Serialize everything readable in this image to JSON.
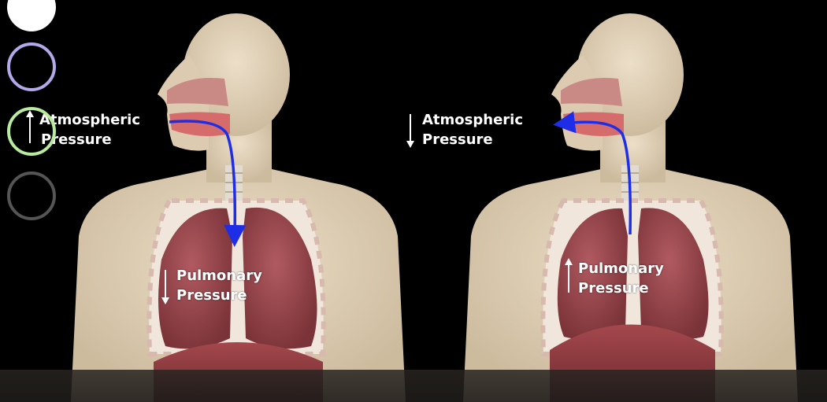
{
  "panels": [
    {
      "atmospheric_label_1": "Atmospheric",
      "atmospheric_label_2": "Pressure",
      "atmospheric_arrow": "up",
      "pulmonary_label_1": "Pulmonary",
      "pulmonary_label_2": "Pressure",
      "pulmonary_arrow": "down",
      "airflow": "inhale"
    },
    {
      "atmospheric_label_1": "Atmospheric",
      "atmospheric_label_2": "Pressure",
      "atmospheric_arrow": "down",
      "pulmonary_label_1": "Pulmonary",
      "pulmonary_label_2": "Pressure",
      "pulmonary_arrow": "up",
      "airflow": "exhale"
    }
  ],
  "controls": [
    {
      "name": "white-circle",
      "color": "#ffffff"
    },
    {
      "name": "purple-circle",
      "color": "#b3a8e8"
    },
    {
      "name": "green-circle",
      "color": "#b8eba0"
    },
    {
      "name": "gray-circle",
      "color": "#555555"
    }
  ],
  "colors": {
    "skin": "#e4d5bd",
    "lung": "#9a4a4f",
    "airflow": "#1e2ee6",
    "background": "#000000"
  }
}
